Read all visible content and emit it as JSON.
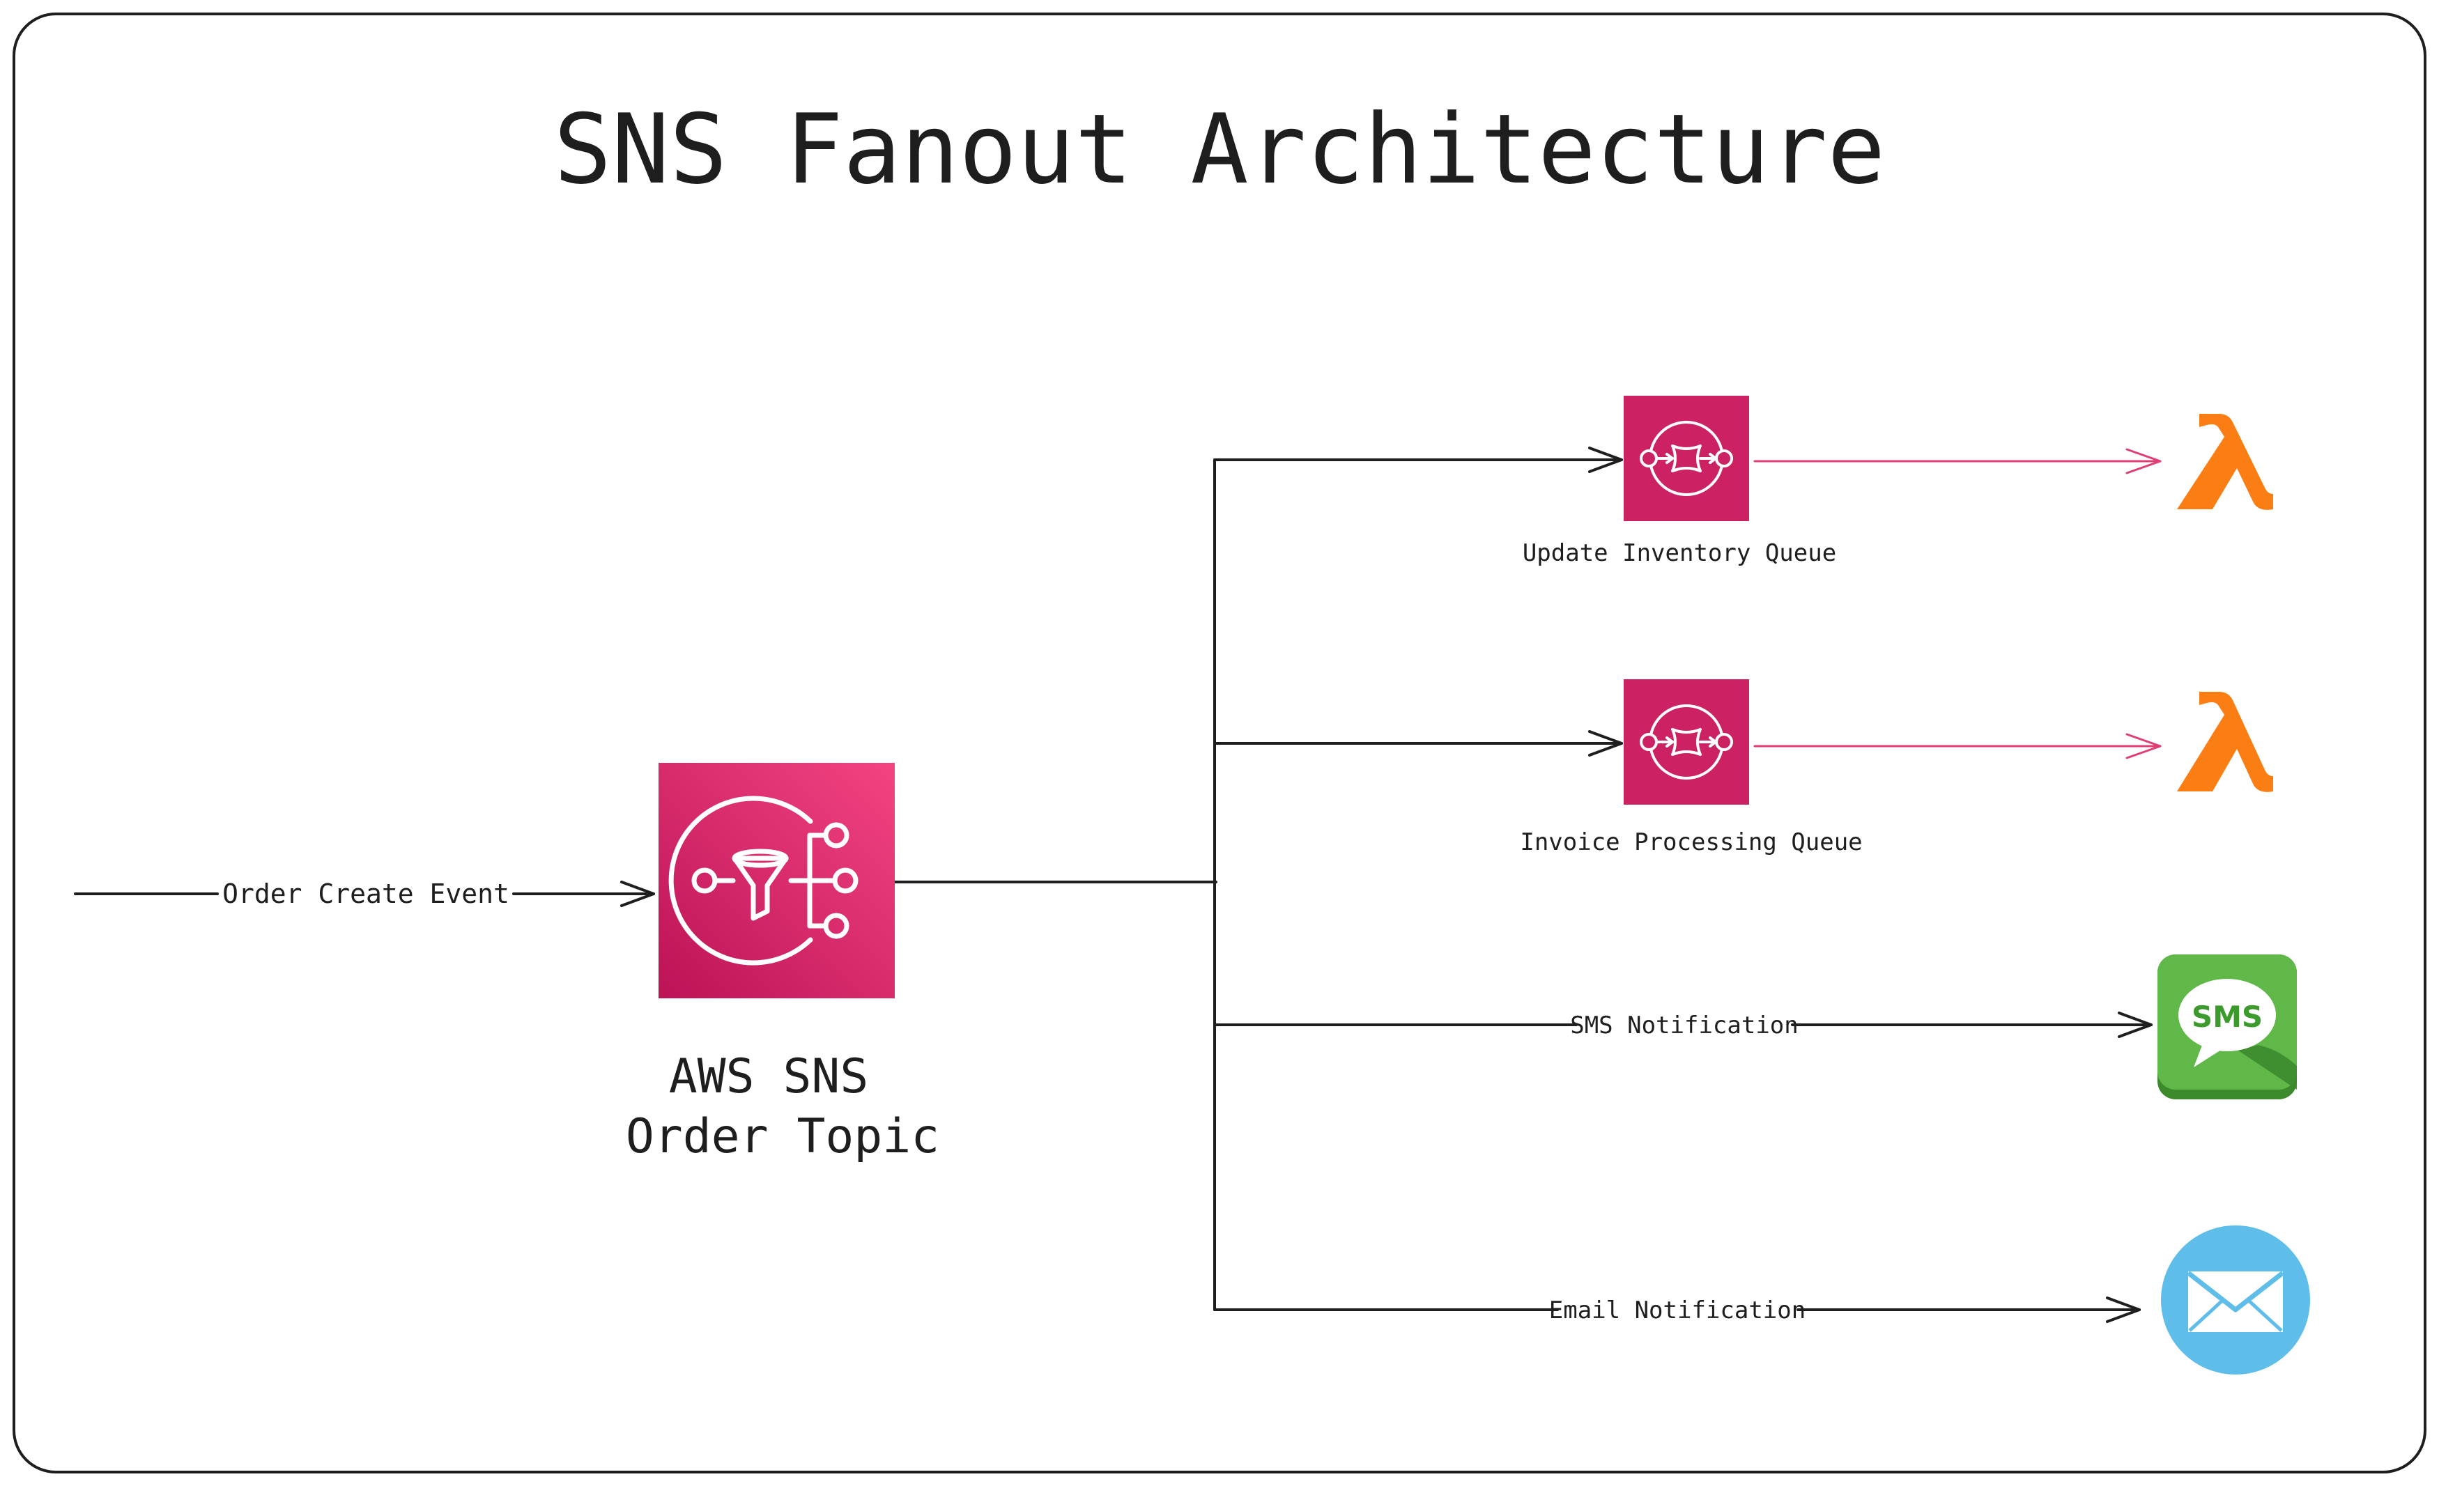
{
  "title": "SNS Fanout Architecture",
  "colors": {
    "frame": "#1e1e1e",
    "sns_gradient_start": "#f34482",
    "sns_gradient_end": "#bc1356",
    "sqs_pink": "#cc2264",
    "lambda_orange": "#fa7e14",
    "arrow_pink": "#e03d74",
    "sms_green": "#5fb848",
    "sms_green_dark": "#3c8a2c",
    "email_blue": "#5ebde9"
  },
  "nodes": {
    "sns_topic": {
      "label_line1": "AWS SNS",
      "label_line2": "Order Topic",
      "icon": "sns-topic-icon"
    },
    "inventory_queue": {
      "label": "Update Inventory Queue",
      "icon": "sqs-queue-icon"
    },
    "invoice_queue": {
      "label": "Invoice Processing Queue",
      "icon": "sqs-queue-icon"
    },
    "lambda_inventory": {
      "icon": "lambda-icon"
    },
    "lambda_invoice": {
      "icon": "lambda-icon"
    },
    "sms": {
      "text": "SMS",
      "icon": "sms-icon"
    },
    "email": {
      "icon": "email-envelope-icon"
    }
  },
  "edges": {
    "order_create": "Order Create Event",
    "sms_notification": "SMS Notification",
    "email_notification": "Email Notification"
  }
}
